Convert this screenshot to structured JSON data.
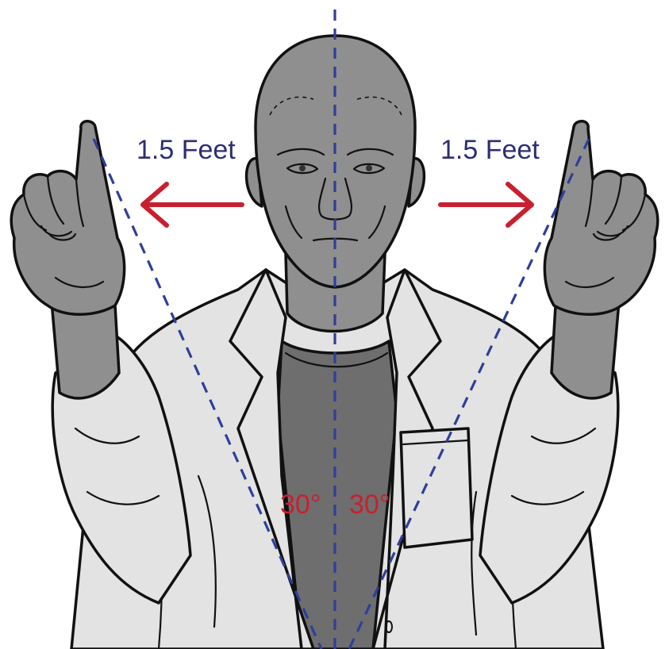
{
  "annotations": {
    "left_distance": "1.5 Feet",
    "right_distance": "1.5 Feet",
    "left_angle": "30°",
    "right_angle": "30°"
  },
  "colors": {
    "distance_text": "#2f2d73",
    "arrow": "#c8202f",
    "angle_text": "#c8202f",
    "guide_line": "#2e3f9a",
    "skin": "#8f8f8f",
    "coat": "#e3e3e3",
    "shirt": "#6e6e6e"
  },
  "figure": {
    "subject": "person-in-lab-coat",
    "pose": "both-index-fingers-raised"
  }
}
